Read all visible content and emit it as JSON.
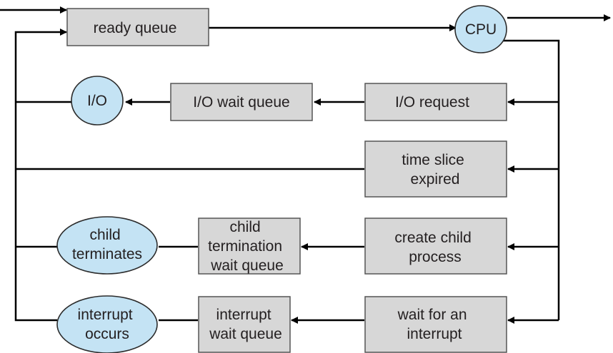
{
  "nodes": {
    "ready_queue": [
      "ready queue"
    ],
    "cpu": [
      "CPU"
    ],
    "io": [
      "I/O"
    ],
    "io_wait_queue": [
      "I/O wait queue"
    ],
    "io_request": [
      "I/O request"
    ],
    "time_slice_expired": [
      "time slice",
      "expired"
    ],
    "create_child_process": [
      "create child",
      "process"
    ],
    "child_termination_wait_queue": [
      "child",
      "termination",
      "wait queue"
    ],
    "child_terminates": [
      "child",
      "terminates"
    ],
    "wait_for_interrupt": [
      "wait for an",
      "interrupt"
    ],
    "interrupt_wait_queue": [
      "interrupt",
      "wait queue"
    ],
    "interrupt_occurs": [
      "interrupt",
      "occurs"
    ]
  },
  "colors": {
    "box_fill": "#d7d7d7",
    "node_fill": "#c4e3f4",
    "line": "#000000"
  }
}
